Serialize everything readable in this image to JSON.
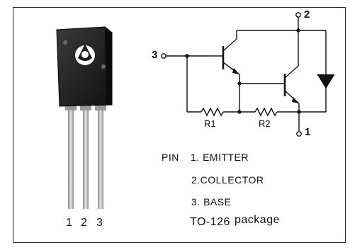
{
  "terminals": {
    "t3": "3",
    "t2": "2",
    "t1": "1"
  },
  "resistors": {
    "r1": "R1",
    "r2": "R2"
  },
  "pins": {
    "heading": "PIN",
    "emitter": "1. EMITTER",
    "collector": "2.COLLECTOR",
    "base": "3. BASE",
    "package_code": "TO-126",
    "package_word": "package"
  },
  "leads": [
    "1",
    "2",
    "3"
  ],
  "colors": {
    "line": "#111111",
    "package_body": "#1c1c1c",
    "package_highlight": "#5a5a5a",
    "lead_metal": "#b9b9b9"
  }
}
